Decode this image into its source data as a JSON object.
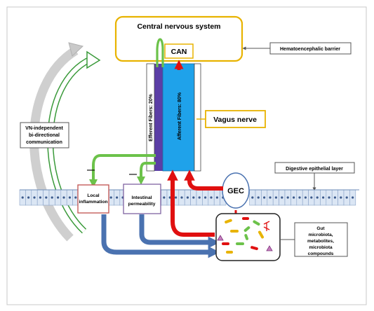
{
  "diagram": {
    "cns_label": "Central nervous system",
    "can_label": "CAN",
    "hematoencephalic_label": "Hematoencephalic barrier",
    "vagus_label": "Vagus nerve",
    "efferent_label": "Efferent Fibers: 20%",
    "afferent_label": "Afferent Fibers: 80%",
    "vn_independent_lines": [
      "VN-independent",
      "bi-directional",
      "communication"
    ],
    "digestive_label": "Digestive epithelial layer",
    "local_inflammation_lines": [
      "Local",
      "inflammation"
    ],
    "intestinal_permeability_lines": [
      "Intestinal",
      "permeability"
    ],
    "gec_label": "GEC",
    "gut_lines": [
      "Gut",
      "microbiota,",
      "metabolites,",
      "microbiota",
      "compounds"
    ],
    "inhibit_symbol": "—",
    "colors": {
      "cns_border": "#e8b300",
      "vagus_blue": "#1fa2ea",
      "efferent_purple": "#5b3ea6",
      "green_arrow": "#6cc24a",
      "red_arrow": "#e01010",
      "blue_arrow": "#4a72b0",
      "inflammation_border": "#c0504d",
      "permeability_border": "#8064a2",
      "cell_fill": "#dbe6f4"
    }
  }
}
